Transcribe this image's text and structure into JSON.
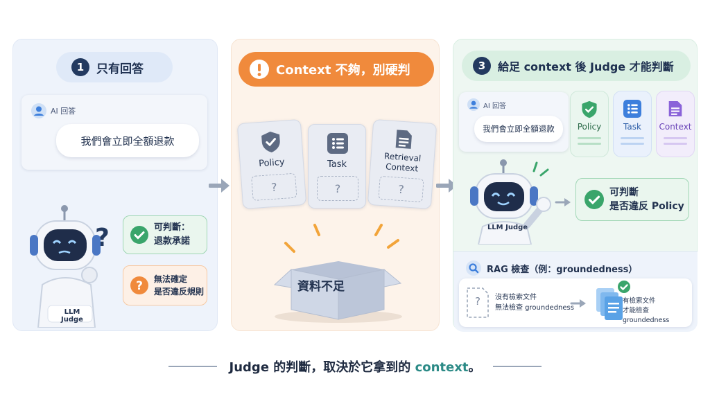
{
  "panel1": {
    "step": "1",
    "title": "只有回答",
    "answer_label": "AI 回答",
    "answer_text": "我們會立即全額退款",
    "robot_label": "LLM Judge",
    "ok_line1": "可判斷：",
    "ok_line2": "退款承諾",
    "warn_line1": "無法確定",
    "warn_line2": "是否違反規則"
  },
  "panel2": {
    "title": "Context 不夠，別硬判",
    "cards": [
      "Policy",
      "Task"
    ],
    "card3_line1": "Retrieval",
    "card3_line2": "Context",
    "slot_mark": "?",
    "box_label": "資料不足"
  },
  "panel3": {
    "step": "3",
    "title": "給足 context 後 Judge 才能判斷",
    "answer_label": "AI 回答",
    "answer_text": "我們會立即全額退款",
    "tiles": [
      "Policy",
      "Task",
      "Context"
    ],
    "robot_label": "LLM Judge",
    "result_line1": "可判斷",
    "result_line2": "是否違反 Policy",
    "rag_title": "RAG 檢查（例：groundedness）",
    "no_doc_mark": "?",
    "no_doc_line1": "沒有檢索文件",
    "no_doc_line2": "無法檢查 groundedness",
    "has_doc_line1": "有檢索文件",
    "has_doc_line2": "才能檢查 groundedness"
  },
  "footer": {
    "text_a": "Judge 的判斷，取決於它拿到的 ",
    "text_b": "context",
    "text_c": "。"
  },
  "colors": {
    "navy": "#233a60",
    "orange": "#f08a3c",
    "green": "#3aa56b",
    "blue": "#3d7fdc",
    "purple": "#8a63d9",
    "teal": "#2b8a86"
  }
}
